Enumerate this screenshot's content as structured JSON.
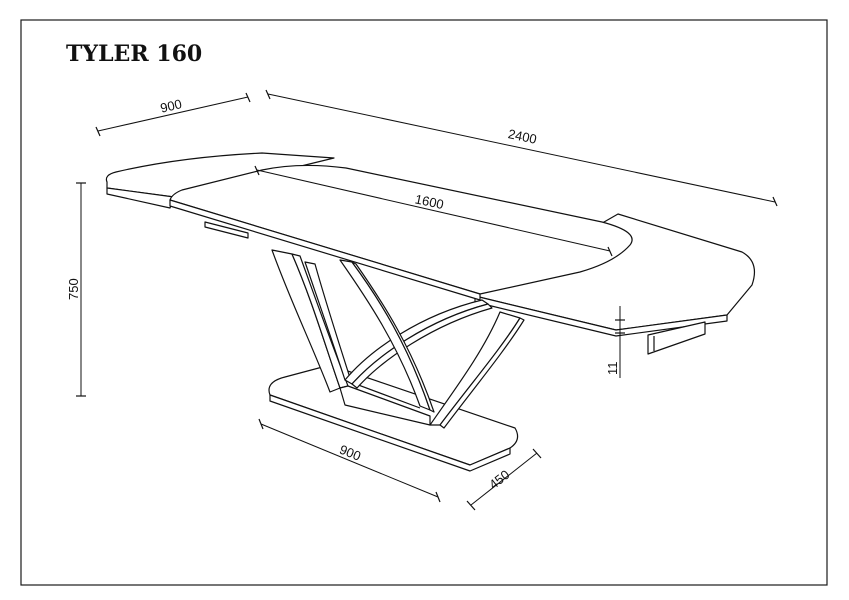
{
  "title": "TYLER 160",
  "dimensions": {
    "extension_width": "900",
    "total_length": "2400",
    "closed_length": "1600",
    "height": "750",
    "top_thickness": "11",
    "base_length": "900",
    "base_width": "450"
  },
  "colors": {
    "line": "#111111",
    "background": "#ffffff"
  }
}
